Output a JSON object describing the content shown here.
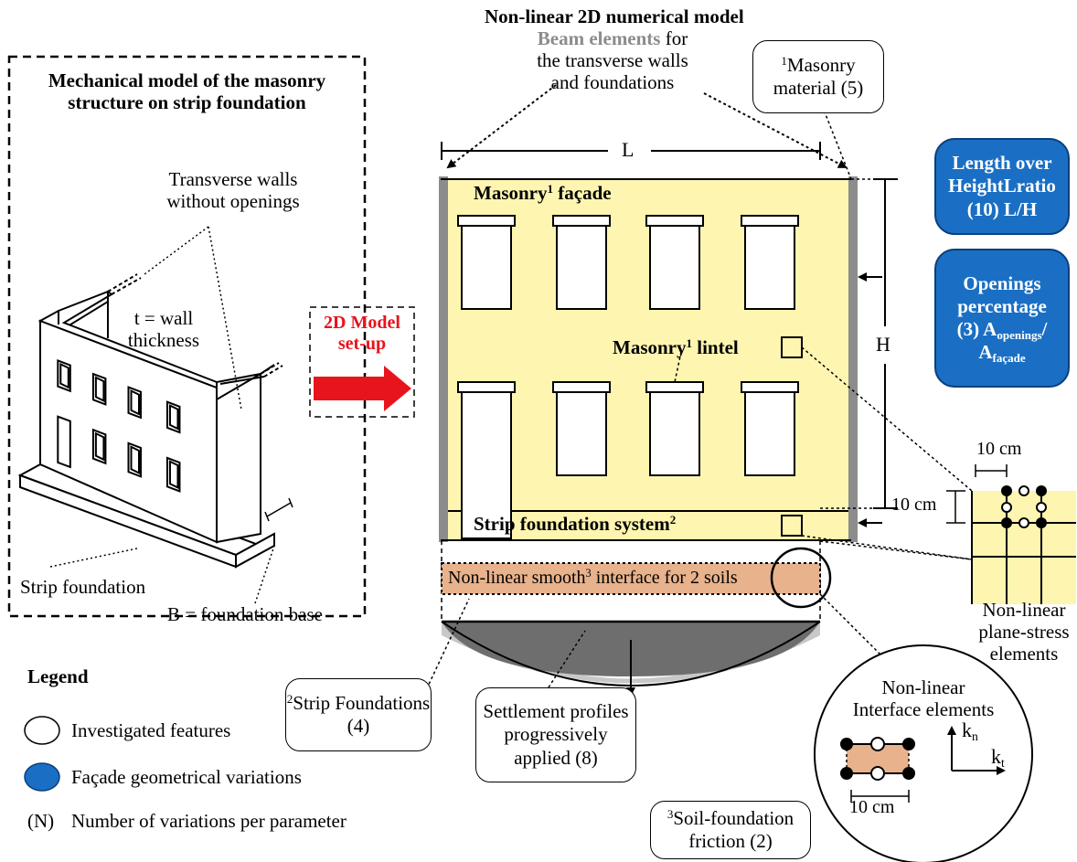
{
  "title": "Non-linear 2D numerical model",
  "mechanical_box": {
    "title_line1": "Mechanical model of the masonry",
    "title_line2": "structure on strip foundation",
    "transverse_line1": "Transverse walls",
    "transverse_line2": "without openings",
    "thickness_line1": "t = wall",
    "thickness_line2": "thickness",
    "strip_foundation": "Strip foundation",
    "foundation_base": "B = foundation base"
  },
  "arrow_label_line1": "2D Model",
  "arrow_label_line2": "set-up",
  "beam": {
    "highlight": "Beam elements",
    "rest1": " for",
    "line2": "the transverse walls",
    "line3": "and foundations"
  },
  "masonry_material": {
    "sup": "1",
    "line1": "Masonry",
    "line2": "material (5)"
  },
  "dims": {
    "L": "L",
    "H": "H",
    "cm_top": "10 cm",
    "cm_side": "10 cm",
    "cm_bottom": "10 cm"
  },
  "facade": {
    "label": "Masonry",
    "label_sup": "1",
    "label_rest": " façade",
    "lintel": "Masonry",
    "lintel_sup": "1",
    "lintel_rest": " lintel",
    "foundation": "Strip foundation system",
    "foundation_sup": "2"
  },
  "interface": {
    "pre": "Non-linear smooth",
    "sup": "3",
    "post": " interface for 2 soils"
  },
  "blue_boxes": [
    {
      "line1": "Length over",
      "line2": "HeightLratio",
      "line3": "(10) L/H"
    },
    {
      "line1": "Openings",
      "line2": "percentage",
      "line3a": "(3) A",
      "sub1": "openings",
      "line3b": "/",
      "line4a": "A",
      "sub2": "façade"
    }
  ],
  "plane_stress": {
    "line1": "Non-linear",
    "line2": "plane-stress",
    "line3": "elements"
  },
  "interface_elements": {
    "line1": "Non-linear",
    "line2": "Interface elements",
    "kn": "k",
    "kn_sub": "n",
    "kt": "k",
    "kt_sub": "t"
  },
  "strip_foundations_box": {
    "sup": "2",
    "line1": "Strip Foundations",
    "line2": "(4)"
  },
  "settlement_box": {
    "line1": "Settlement profiles",
    "line2": "progressively",
    "line3": "applied (8)"
  },
  "friction_box": {
    "sup": "3",
    "line1": "Soil-foundation",
    "line2": "friction (2)"
  },
  "legend": {
    "title": "Legend",
    "items": [
      {
        "symbol": "white-ellipse",
        "label": "Investigated features"
      },
      {
        "symbol": "blue-ellipse",
        "label": "Façade geometrical variations"
      },
      {
        "symbol": "(N)",
        "label": "Number of variations per parameter"
      }
    ]
  },
  "colors": {
    "facade_fill": "#fdf5b0",
    "interface_fill": "#e8b28c",
    "blue": "#1a6fc4",
    "red_arrow": "#e8141c",
    "beam_gray": "#8c8c8c",
    "settlement_dark": "#6e6e6e",
    "settlement_light": "#c8c8c8"
  }
}
